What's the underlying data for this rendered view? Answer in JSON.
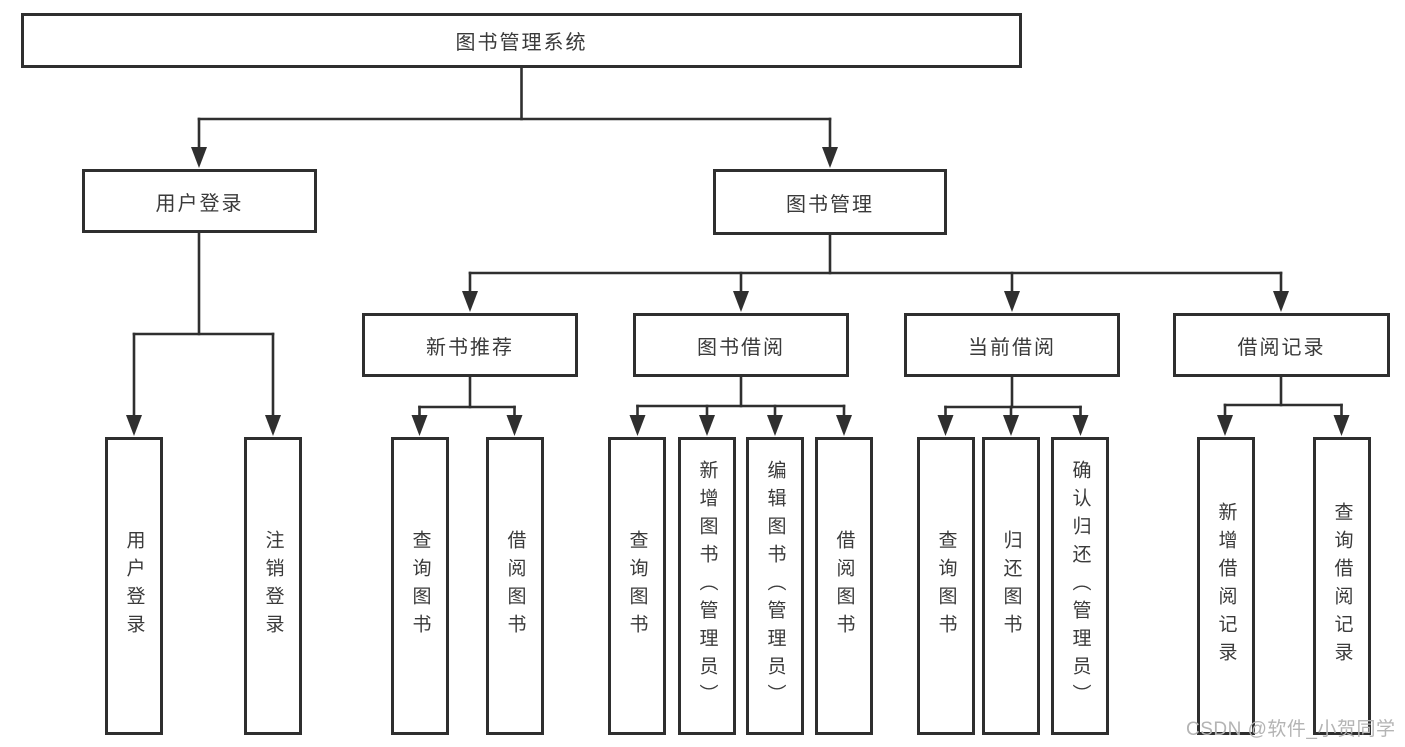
{
  "diagram": {
    "tree": {
      "root": {
        "label": "图书管理系统"
      },
      "children": [
        {
          "label": "用户登录",
          "children": [
            {
              "label": "用户登录"
            },
            {
              "label": "注销登录"
            }
          ]
        },
        {
          "label": "图书管理",
          "children": [
            {
              "label": "新书推荐",
              "children": [
                {
                  "label": "查询图书"
                },
                {
                  "label": "借阅图书"
                }
              ]
            },
            {
              "label": "图书借阅",
              "children": [
                {
                  "label": "查询图书"
                },
                {
                  "label": "新增图书（管理员）"
                },
                {
                  "label": "编辑图书（管理员）"
                },
                {
                  "label": "借阅图书"
                }
              ]
            },
            {
              "label": "当前借阅",
              "children": [
                {
                  "label": "查询图书"
                },
                {
                  "label": "归还图书"
                },
                {
                  "label": "确认归还（管理员）"
                }
              ]
            },
            {
              "label": "借阅记录",
              "children": [
                {
                  "label": "新增借阅记录"
                },
                {
                  "label": "查询借阅记录"
                }
              ]
            }
          ]
        }
      ]
    },
    "colors": {
      "line": "#2f2f2f",
      "text": "#3a3a3a",
      "background": "#ffffff",
      "watermark": "#b4b4b4"
    }
  },
  "watermark": {
    "text": "CSDN @软件_小贺同学"
  }
}
